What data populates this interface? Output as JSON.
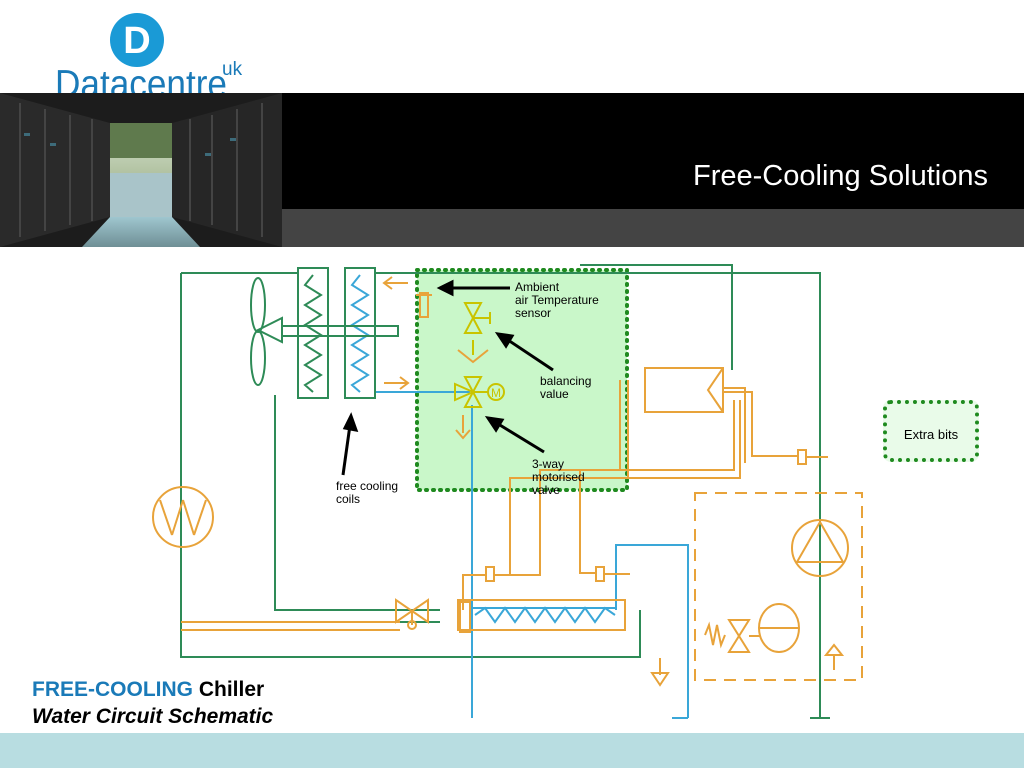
{
  "brand": {
    "logo_letter": "D",
    "logo_name_part1": "Data",
    "logo_name_part2": "centre",
    "logo_suffix": "uk",
    "brand_blue": "#1a7ab8"
  },
  "slide": {
    "title": "Free-Cooling Solutions"
  },
  "diagram": {
    "labels": {
      "sensor_line1": "Ambient",
      "sensor_line2": "air Temperature",
      "sensor_line3": "sensor",
      "balancing_line1": "balancing",
      "balancing_line2": "value",
      "valve_line1": "3-way",
      "valve_line2": "motorised",
      "valve_line3": "valve",
      "coils_line1": "free cooling",
      "coils_line2": "coils",
      "motor_symbol": "M"
    },
    "colors": {
      "pipe_green": "#2e8b57",
      "pipe_orange": "#e8a33a",
      "pipe_blue": "#3aa7d8",
      "highlight_fill": "#c9f7c9",
      "highlight_border": "#1f8a1f"
    }
  },
  "extra_box": {
    "label": "Extra bits"
  },
  "caption": {
    "line1_highlight": "FREE-COOLING",
    "line1_rest": " Chiller",
    "line2": "Water Circuit Schematic"
  }
}
